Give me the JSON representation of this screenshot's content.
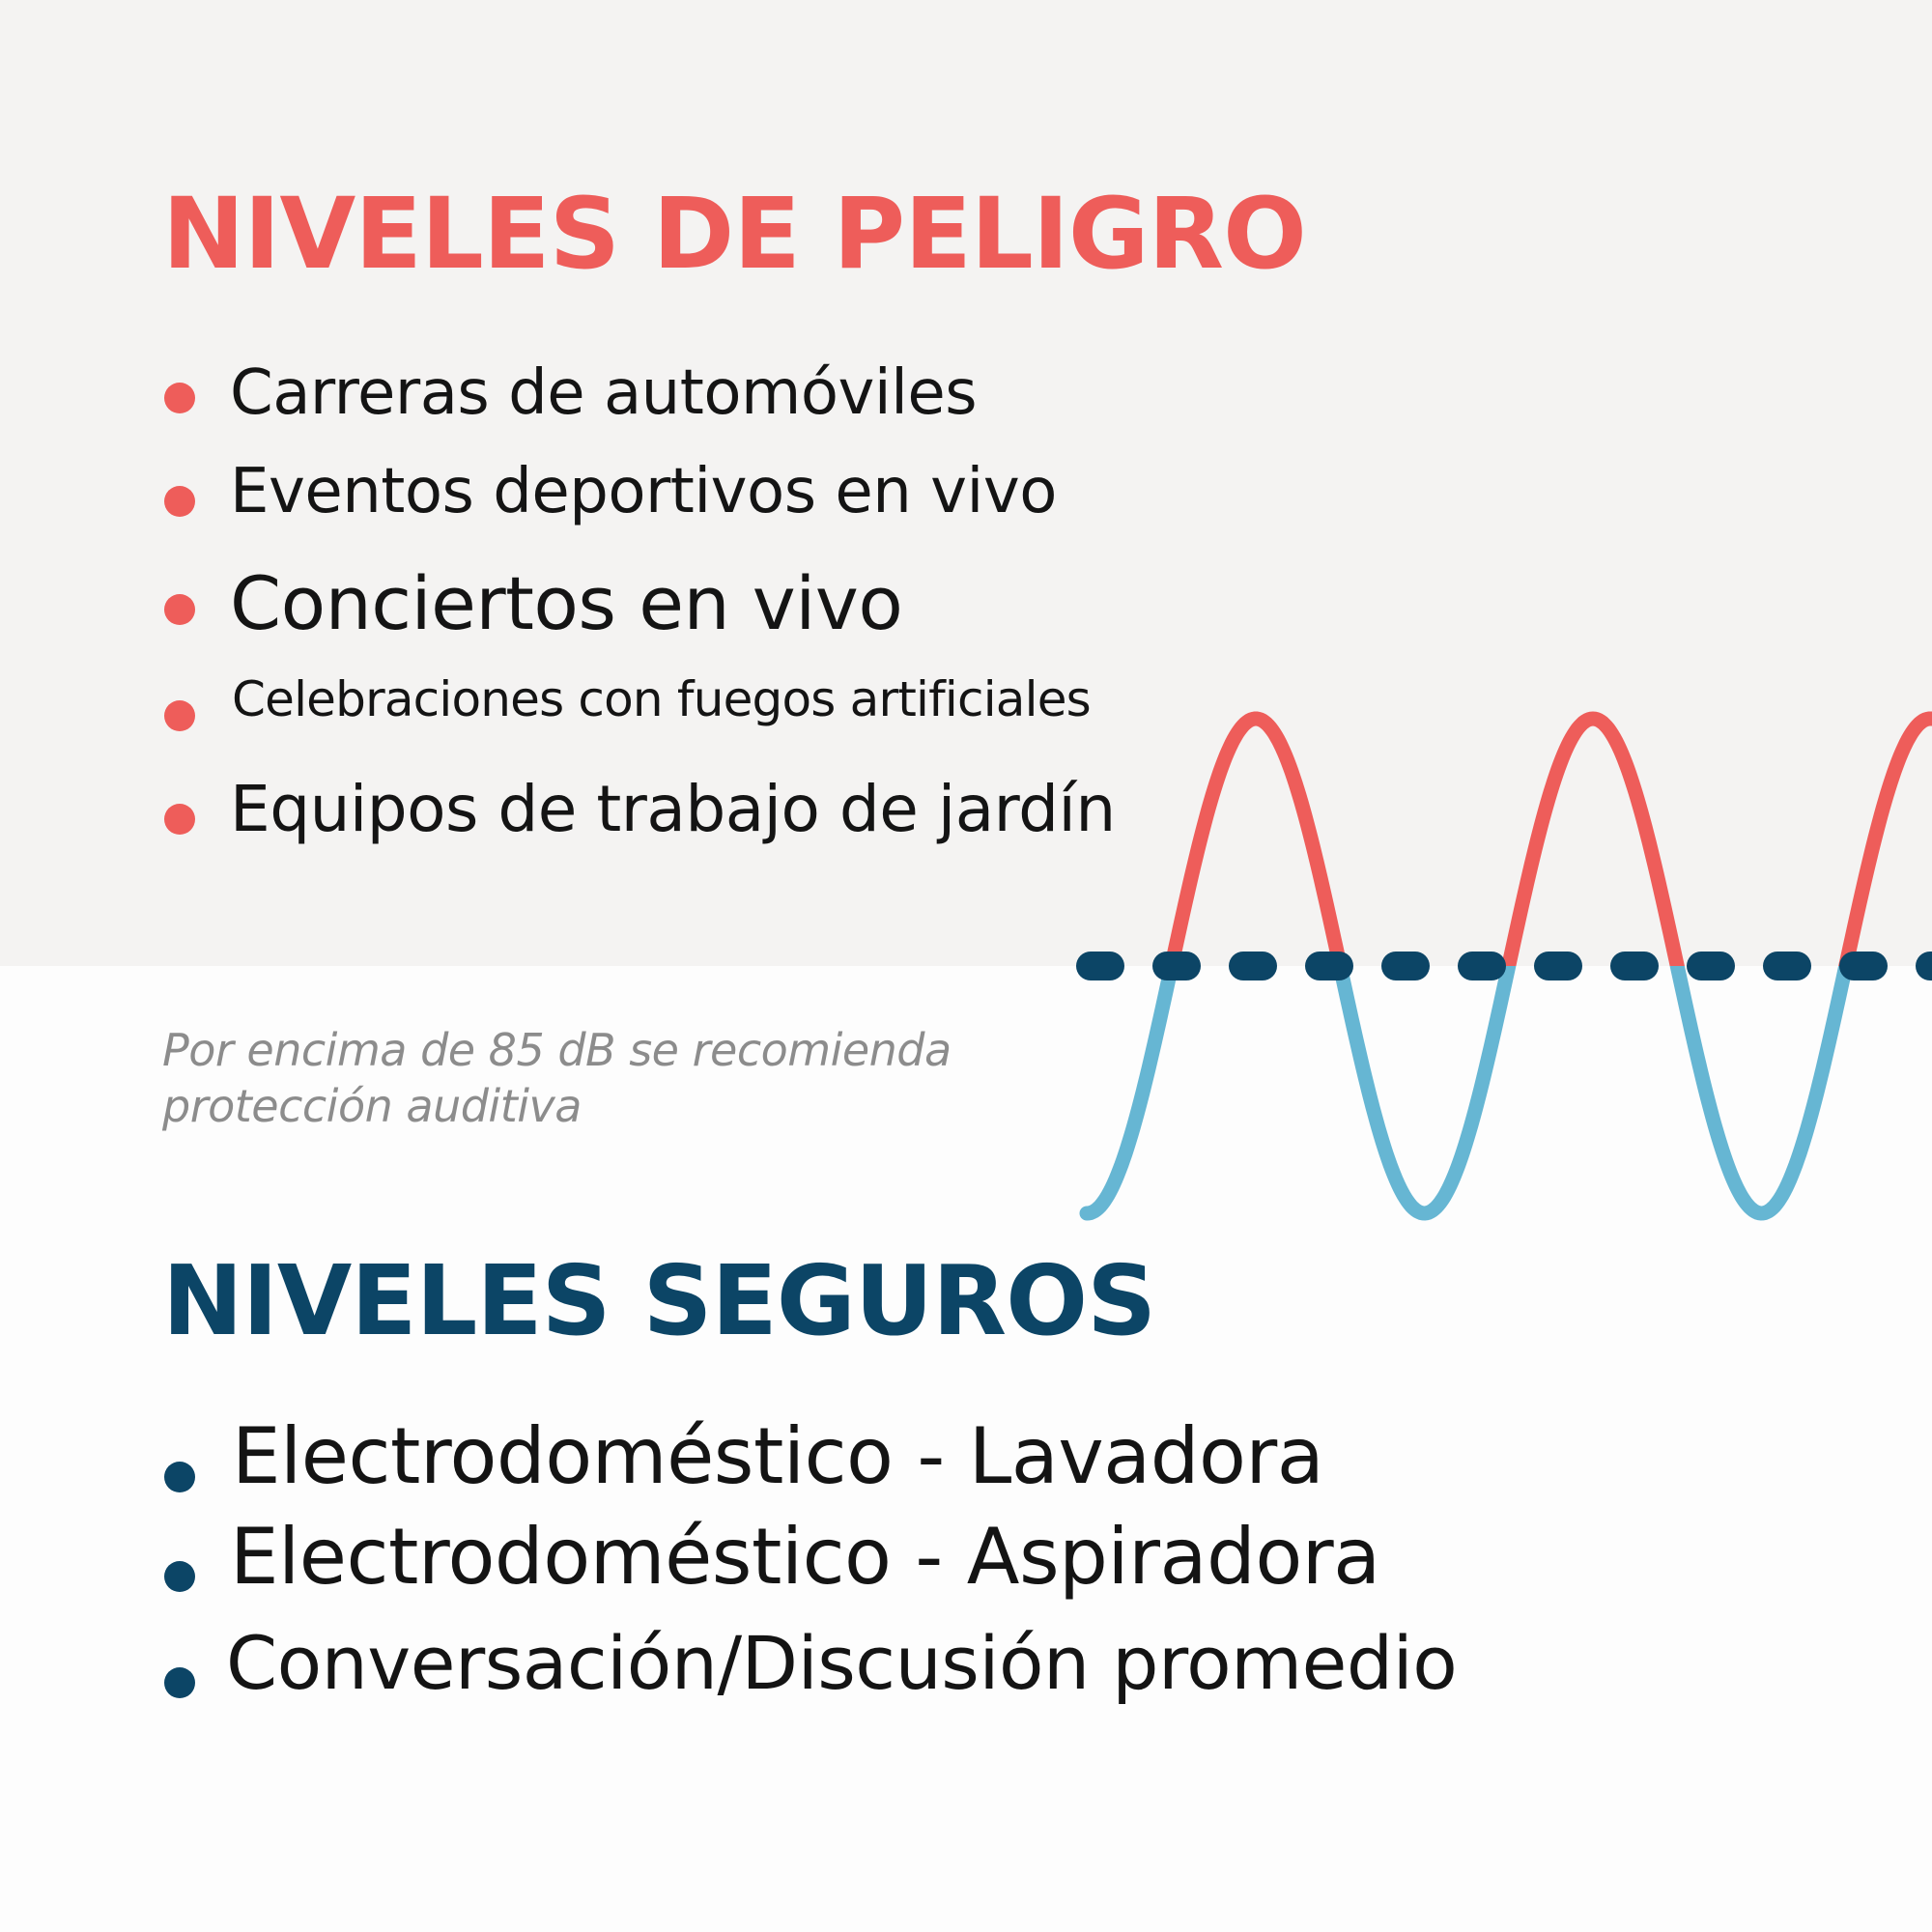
{
  "colors": {
    "danger": "#ee5d5a",
    "safe": "#0c4566",
    "wave_upper": "#ee5d5a",
    "wave_lower": "#66b6d3",
    "threshold_line": "#0c4566",
    "note_text": "#8c8c8c"
  },
  "danger": {
    "title": "NIVELES DE PELIGRO",
    "items": [
      "Carreras de automóviles",
      "Eventos deportivos en vivo",
      "Conciertos en vivo",
      "Celebraciones con fuegos artificiales",
      "Equipos de trabajo de jardín"
    ]
  },
  "note": {
    "line1": "Por encima de 85 dB se recomienda",
    "line2": "protección auditiva"
  },
  "safe": {
    "title": "NIVELES SEGUROS",
    "items": [
      "Electrodoméstico - Lavadora",
      "Electrodoméstico - Aspiradora",
      "Conversación/Discusión promedio"
    ]
  }
}
